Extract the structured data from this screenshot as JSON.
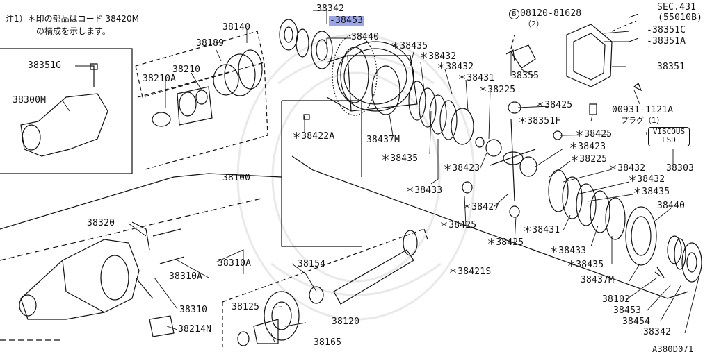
{
  "note": {
    "line1": "注1）＊印の部品はコード 38420M",
    "line2": "の構成を示します。"
  },
  "bolt_callout": {
    "circle": "B",
    "part": "08120-81628",
    "qty": "（2）"
  },
  "sec_ref": {
    "line1": "SEC.431",
    "line2": "(55010B)"
  },
  "plug": {
    "part": "00931-1121A",
    "desc": "プラグ（1）"
  },
  "viscous_box": {
    "line1": "VISCOUS",
    "line2": "LSD"
  },
  "diagram_code": "A380D071",
  "highlight_color": "#9aa6e8",
  "labels": {
    "p38342_top": "38342",
    "p38453_hl": "-38453",
    "p38440_top": "38440",
    "p38140": "38140",
    "p38189": "38189",
    "p38210": "38210",
    "p38210A": "38210A",
    "p38351G": "38351G",
    "p38300M": "38300M",
    "p38435_a": "＊38435",
    "p38432_a": "＊38432",
    "p38432_b": "＊38432",
    "p38431_a": "＊38431",
    "p38225_a": "＊38225",
    "p38355": "38355",
    "p38351C": "-38351C",
    "p38351A": "-38351A",
    "p38351": "38351",
    "p38425_a": "＊38425",
    "p38351F": "＊38351F",
    "p38425_b": "＊38425",
    "p38422A": "＊38422A",
    "p38437M_a": "38437M",
    "p38435_b": "＊38435",
    "p38423_a": "＊38423",
    "p38423_b": "＊38423",
    "p38225_b": "＊38225",
    "p38432_c": "＊38432",
    "p38432_d": "＊38432",
    "p38435_c": "＊38435",
    "p38303": "38303",
    "p38100": "38100",
    "p38433_a": "＊38433",
    "p38427": "＊38427",
    "p38425_c": "＊38425",
    "p38425_d": "＊38425",
    "p38431_b": "＊38431",
    "p38433_b": "＊38433",
    "p38435_d": "＊38435",
    "p38440_r": "38440",
    "p38437M_b": "38437M",
    "p38421S": "＊38421S",
    "p38320": "38320",
    "p38310A_a": "38310A",
    "p38310A_b": "38310A",
    "p38310": "38310",
    "p38214N": "38214N",
    "p38154": "38154",
    "p38125": "38125",
    "p38120": "38120",
    "p38165": "38165",
    "p38102": "38102",
    "p38453_r": "38453",
    "p38454": "38454",
    "p38342_r": "38342"
  }
}
